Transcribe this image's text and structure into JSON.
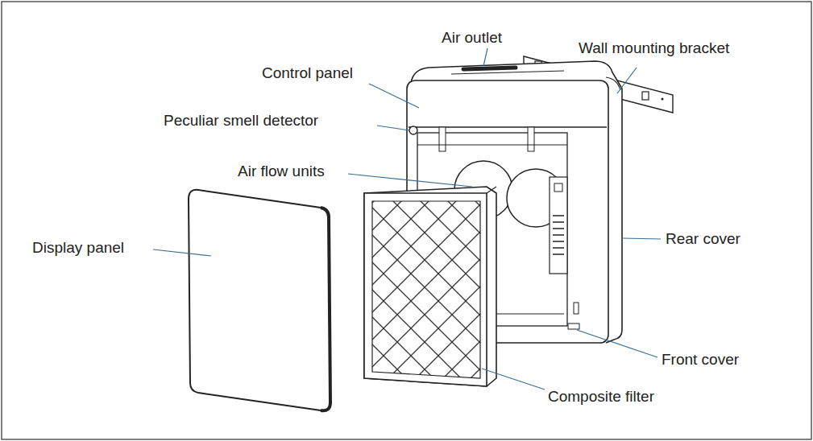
{
  "diagram": {
    "labels": [
      "Air outlet",
      "Wall mounting bracket",
      "Control panel",
      "Peculiar smell detector",
      "Air flow units",
      "Display panel",
      "Rear cover",
      "Front cover",
      "Composite filter"
    ]
  }
}
